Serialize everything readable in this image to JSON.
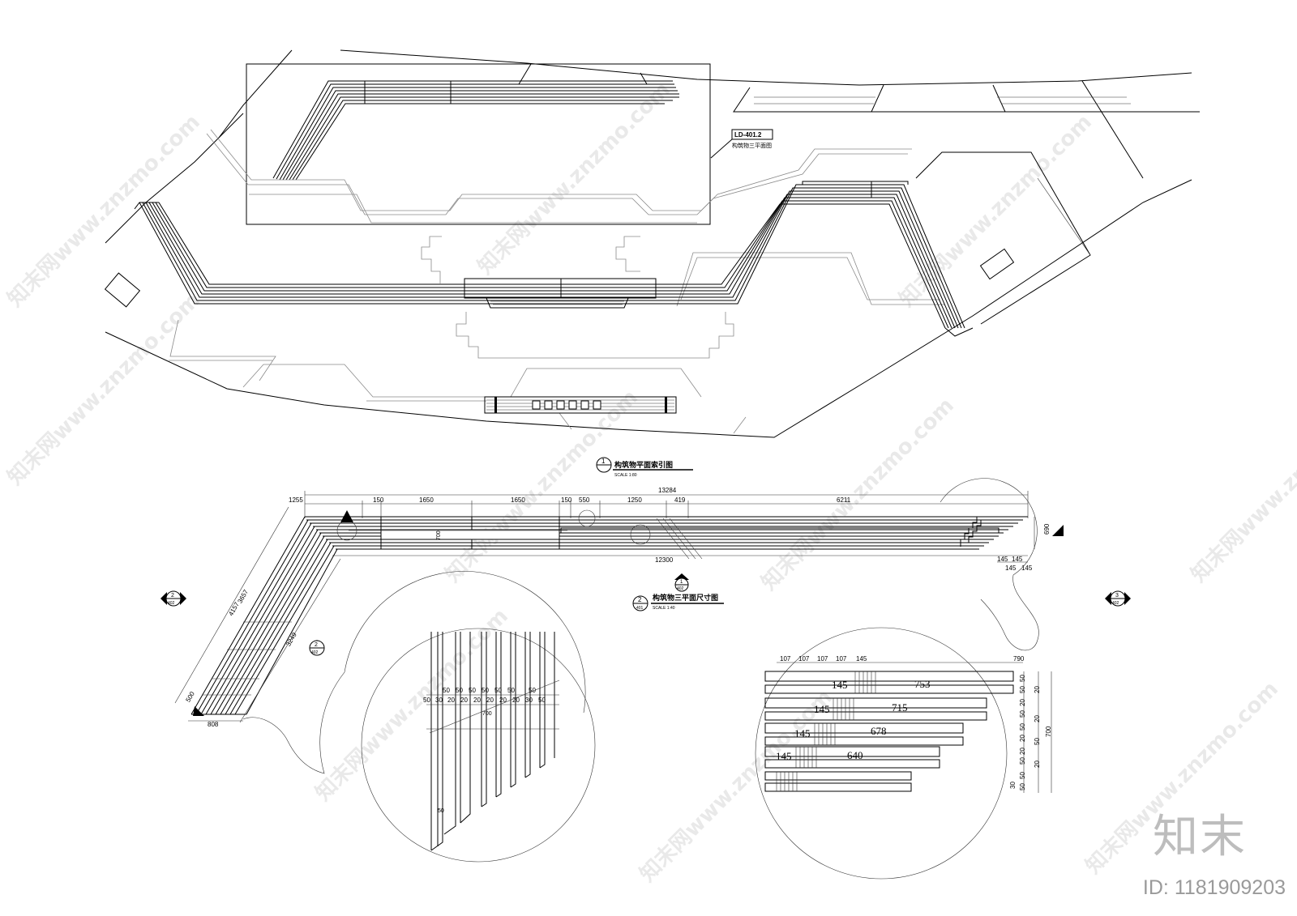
{
  "plan": {
    "callout_ref": "LD-401.2",
    "callout_label": "构筑物三平面图",
    "title_number": "1",
    "title": "构筑物平面索引图",
    "title_scale": "SCALE 1:80"
  },
  "detail": {
    "title_number": "2",
    "title_sheet": "401",
    "title": "构筑物三平面尺寸图",
    "title_scale": "SCALE 1:40",
    "top_dims": [
      "1255",
      "150",
      "1650",
      "1650",
      "150",
      "550",
      "1250",
      "419",
      "6211"
    ],
    "overall_top": "13284",
    "overall_bottom": "12300",
    "right_dims": [
      "145",
      "145",
      "145",
      "145"
    ],
    "height_dim": "690",
    "inner_dim": "700",
    "diag_dims": [
      "4157",
      "3657",
      "3249"
    ],
    "end_dims": [
      "500",
      "808"
    ],
    "section_marks": [
      {
        "num": "2",
        "sheet": "402"
      },
      {
        "num": "1",
        "sheet": "402"
      },
      {
        "num": "2",
        "sheet": "402"
      },
      {
        "num": "3",
        "sheet": "402"
      }
    ]
  },
  "enlarge_left": {
    "top_row": [
      "50",
      "50",
      "50",
      "50",
      "50",
      "50",
      "50"
    ],
    "bottom_row": [
      "50",
      "30",
      "20",
      "20",
      "20",
      "20",
      "20",
      "20",
      "30",
      "50"
    ],
    "width": "700",
    "end_label": "50"
  },
  "enlarge_right": {
    "top_dims": [
      "107",
      "107",
      "107",
      "107",
      "145"
    ],
    "overall": "790",
    "rows": [
      {
        "offset": "145",
        "length": "753"
      },
      {
        "offset": "145",
        "length": "715"
      },
      {
        "offset": "145",
        "length": "678"
      },
      {
        "offset": "145",
        "length": "640"
      }
    ],
    "side_dims": [
      "50",
      "50",
      "20",
      "20",
      "50",
      "20",
      "50",
      "20",
      "50",
      "20",
      "50",
      "20",
      "50",
      "30",
      "50"
    ],
    "height": "700"
  },
  "watermark": {
    "text": "知末网www.znzmo.com",
    "logo": "知末",
    "image_id": "ID: 1181909203"
  }
}
